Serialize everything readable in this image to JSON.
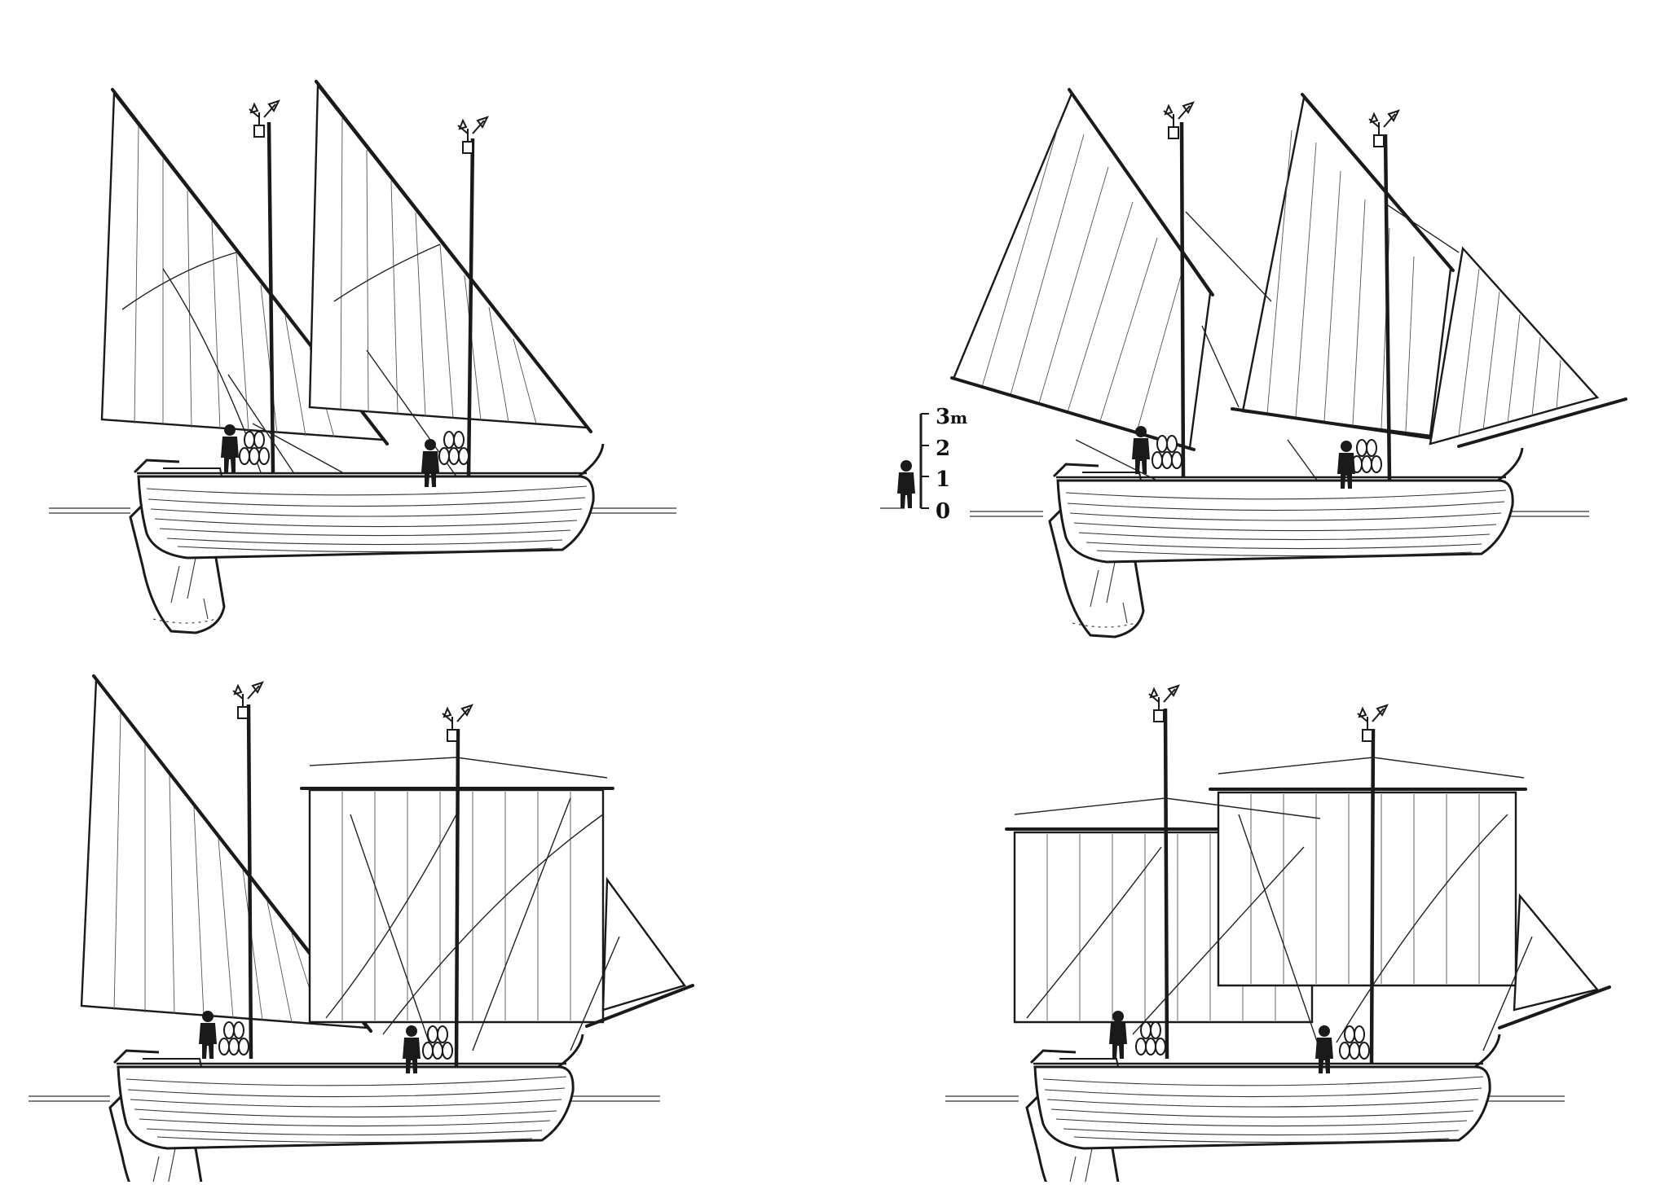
{
  "scale": {
    "ticks": [
      "0",
      "1",
      "2",
      "3"
    ],
    "unit": "m"
  },
  "panels": [
    {
      "rig": "two-lateen",
      "people": 2
    },
    {
      "rig": "two-lateen-with-jib",
      "people": 2
    },
    {
      "rig": "lateen-and-square",
      "people": 2
    },
    {
      "rig": "two-square-sails",
      "people": 2
    }
  ]
}
